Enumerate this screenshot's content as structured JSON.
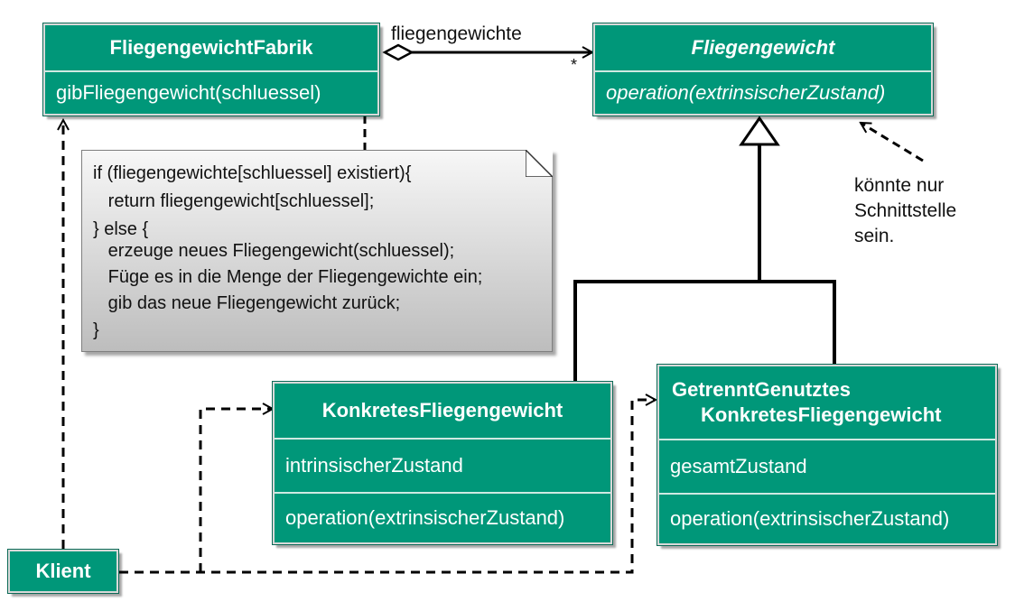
{
  "classes": {
    "fabrik": {
      "name": "FliegengewichtFabrik",
      "method": "gibFliegengewicht(schluessel)"
    },
    "fliegengewicht": {
      "name": "Fliegengewicht",
      "method": "operation(extrinsischerZustand)"
    },
    "konkret": {
      "name": "KonkretesFliegengewicht",
      "attribute": "intrinsischerZustand",
      "method": "operation(extrinsischerZustand)"
    },
    "getrennt": {
      "name_line1": "GetrenntGenutztes",
      "name_line2": "KonkretesFliegengewicht",
      "attribute": "gesamtZustand",
      "method": "operation(extrinsischerZustand)"
    },
    "klient": {
      "name": "Klient"
    }
  },
  "association": {
    "role": "fliegengewichte",
    "multiplicity": "*"
  },
  "code_note": {
    "lines": [
      "if (fliegengewichte[schluessel] existiert){",
      "   return fliegengewicht[schluessel];",
      "} else {",
      "   erzeuge neues Fliegengewicht(schluessel);",
      "   Füge es in die Menge der Fliegengewichte ein;",
      "   gib das neue Fliegengewicht zurück;",
      "}"
    ]
  },
  "interface_note": {
    "lines": [
      "könnte nur",
      "Schnittstelle",
      "sein."
    ]
  },
  "colors": {
    "class_fill": "#009779",
    "line": "#000000",
    "note_top": "#f7f7f7",
    "note_bottom": "#bdbdbd"
  }
}
